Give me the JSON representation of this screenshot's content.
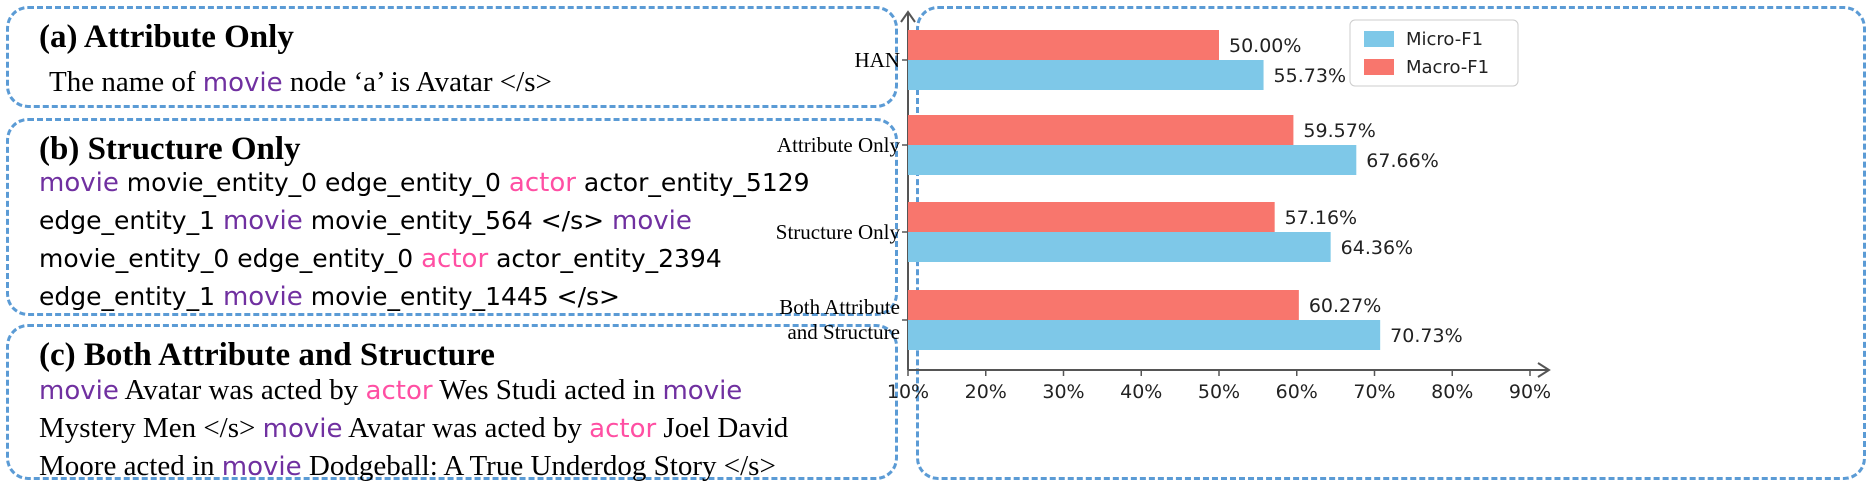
{
  "panel_a": {
    "title": "(a) Attribute Only",
    "lines": [
      [
        {
          "t": "The name of ",
          "k": "plain"
        },
        {
          "t": "movie",
          "k": "movie"
        },
        {
          "t": " node ‘a’ is Avatar </s>",
          "k": "plain"
        }
      ]
    ]
  },
  "panel_b": {
    "title": "(b) Structure Only",
    "lines": [
      [
        {
          "t": "movie",
          "k": "movie"
        },
        {
          "t": " movie_entity_0 edge_entity_0 ",
          "k": "plain"
        },
        {
          "t": "actor",
          "k": "actor"
        },
        {
          "t": " actor_entity_5129",
          "k": "plain"
        }
      ],
      [
        {
          "t": "edge_entity_1 ",
          "k": "plain"
        },
        {
          "t": "movie",
          "k": "movie"
        },
        {
          "t": " movie_entity_564 </s> ",
          "k": "plain"
        },
        {
          "t": "movie",
          "k": "movie"
        }
      ],
      [
        {
          "t": "movie_entity_0 edge_entity_0 ",
          "k": "plain"
        },
        {
          "t": "actor",
          "k": "actor"
        },
        {
          "t": " actor_entity_2394",
          "k": "plain"
        }
      ],
      [
        {
          "t": "edge_entity_1 ",
          "k": "plain"
        },
        {
          "t": "movie",
          "k": "movie"
        },
        {
          "t": " movie_entity_1445 </s>",
          "k": "plain"
        }
      ]
    ]
  },
  "panel_c": {
    "title": "(c) Both Attribute and  Structure",
    "lines": [
      [
        {
          "t": "movie",
          "k": "movie"
        },
        {
          "t": " Avatar was acted by ",
          "k": "plain"
        },
        {
          "t": "actor",
          "k": "actor"
        },
        {
          "t": " Wes Studi acted in ",
          "k": "plain"
        },
        {
          "t": "movie",
          "k": "movie"
        }
      ],
      [
        {
          "t": "Mystery Men </s> ",
          "k": "plain"
        },
        {
          "t": "movie",
          "k": "movie"
        },
        {
          "t": " Avatar was acted by ",
          "k": "plain"
        },
        {
          "t": "actor",
          "k": "actor"
        },
        {
          "t": " Joel David",
          "k": "plain"
        }
      ],
      [
        {
          "t": "Moore acted in ",
          "k": "plain"
        },
        {
          "t": "movie",
          "k": "movie"
        },
        {
          "t": " Dodgeball: A True Underdog Story </s>",
          "k": "plain"
        }
      ]
    ]
  },
  "chart_data": {
    "type": "bar",
    "orientation": "horizontal",
    "categories": [
      [
        "HAN"
      ],
      [
        "Attribute Only"
      ],
      [
        "Structure Only"
      ],
      [
        "Both Attribute",
        "and Structure"
      ]
    ],
    "series": [
      {
        "name": "Macro-F1",
        "color": "#f8766d",
        "values": [
          50.0,
          59.57,
          57.16,
          60.27
        ]
      },
      {
        "name": "Micro-F1",
        "color": "#7ec8e8",
        "values": [
          55.73,
          67.66,
          64.36,
          70.73
        ]
      }
    ],
    "legend_order": [
      "Micro-F1",
      "Macro-F1"
    ],
    "value_labels": {
      "Macro-F1": [
        "50.00%",
        "59.57%",
        "57.16%",
        "60.27%"
      ],
      "Micro-F1": [
        "55.73%",
        "67.66%",
        "64.36%",
        "70.73%"
      ]
    },
    "xlim": [
      10,
      90
    ],
    "xticks": [
      10,
      20,
      30,
      40,
      50,
      60,
      70,
      80,
      90
    ],
    "xtick_labels": [
      "10%",
      "20%",
      "30%",
      "40%",
      "50%",
      "60%",
      "70%",
      "80%",
      "90%"
    ],
    "title": "",
    "xlabel": "",
    "ylabel": "",
    "grid": false,
    "legend_position": "top-right"
  }
}
